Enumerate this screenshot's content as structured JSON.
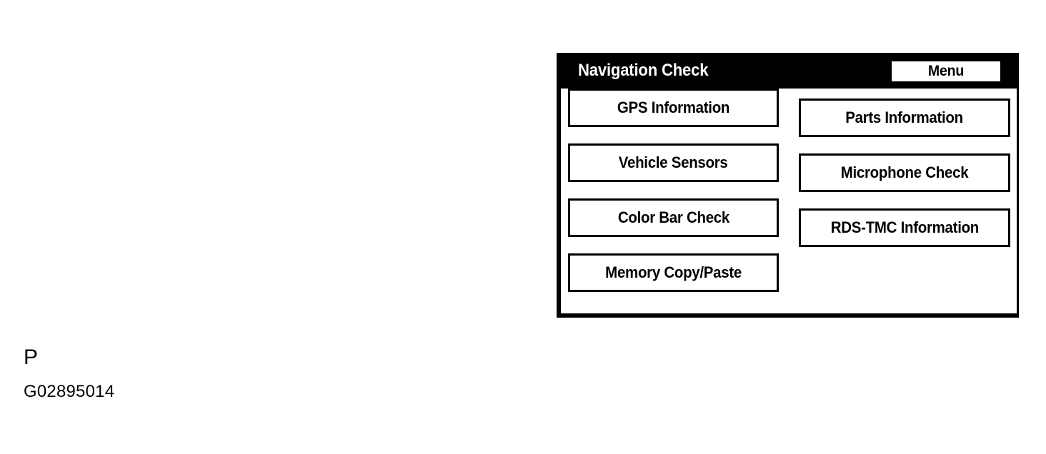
{
  "panel": {
    "header": {
      "title": "Navigation Check",
      "menu_label": "Menu"
    },
    "left_column": [
      {
        "label": "GPS Information"
      },
      {
        "label": "Vehicle Sensors"
      },
      {
        "label": "Color Bar Check"
      },
      {
        "label": "Memory Copy/Paste"
      }
    ],
    "right_column": [
      {
        "label": "Parts Information"
      },
      {
        "label": "Microphone Check"
      },
      {
        "label": "RDS-TMC Information"
      }
    ]
  },
  "caption": {
    "letter": "P",
    "code": "G02895014"
  },
  "colors": {
    "header_background": "#000000",
    "header_text": "#ffffff",
    "panel_background": "#ffffff",
    "button_border": "#000000",
    "button_text": "#000000",
    "page_background": "#ffffff"
  }
}
